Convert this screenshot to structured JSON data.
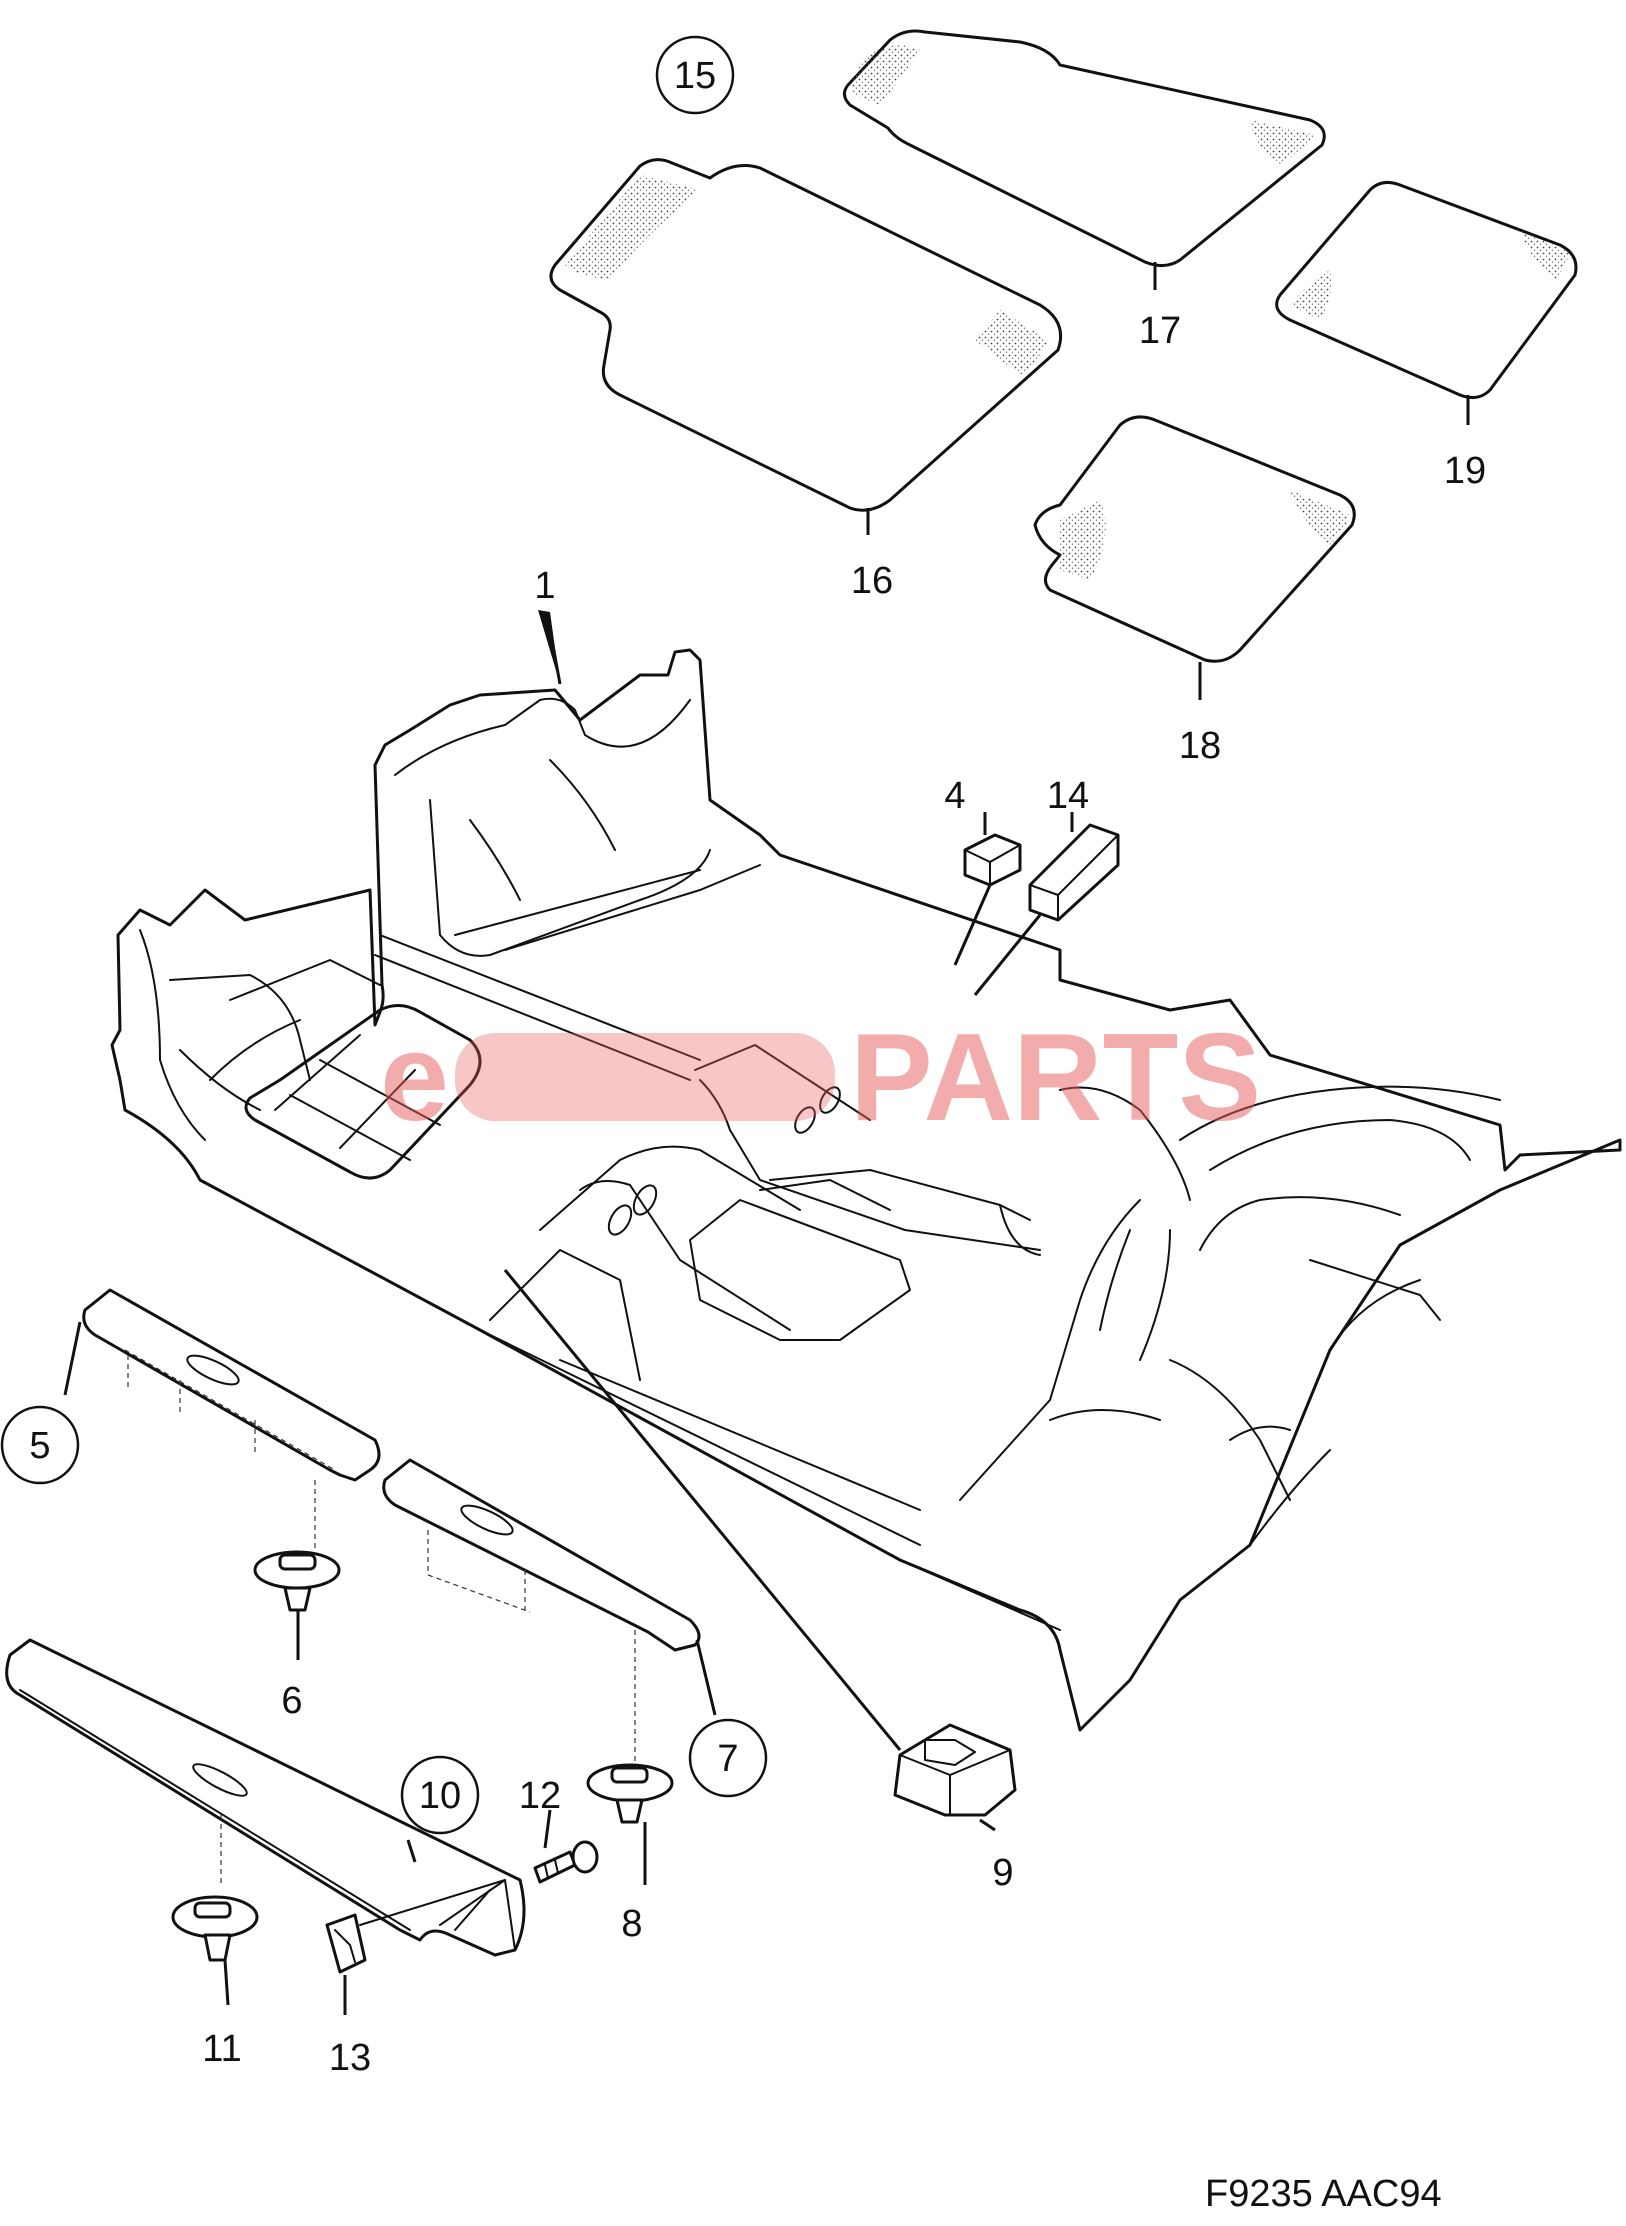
{
  "watermark": {
    "prefix": "e",
    "brand": "PARTS"
  },
  "figure_code": "F9235 AAC94",
  "callouts": [
    {
      "id": "1",
      "text": "1",
      "circled": false
    },
    {
      "id": "4",
      "text": "4",
      "circled": false
    },
    {
      "id": "5",
      "text": "5",
      "circled": true
    },
    {
      "id": "6",
      "text": "6",
      "circled": false
    },
    {
      "id": "7",
      "text": "7",
      "circled": true
    },
    {
      "id": "8",
      "text": "8",
      "circled": false
    },
    {
      "id": "9",
      "text": "9",
      "circled": false
    },
    {
      "id": "10",
      "text": "10",
      "circled": true
    },
    {
      "id": "11",
      "text": "11",
      "circled": false
    },
    {
      "id": "12",
      "text": "12",
      "circled": false
    },
    {
      "id": "13",
      "text": "13",
      "circled": false
    },
    {
      "id": "14",
      "text": "14",
      "circled": false
    },
    {
      "id": "15",
      "text": "15",
      "circled": true
    },
    {
      "id": "16",
      "text": "16",
      "circled": false
    },
    {
      "id": "17",
      "text": "17",
      "circled": false
    },
    {
      "id": "18",
      "text": "18",
      "circled": false
    },
    {
      "id": "19",
      "text": "19",
      "circled": false
    }
  ]
}
